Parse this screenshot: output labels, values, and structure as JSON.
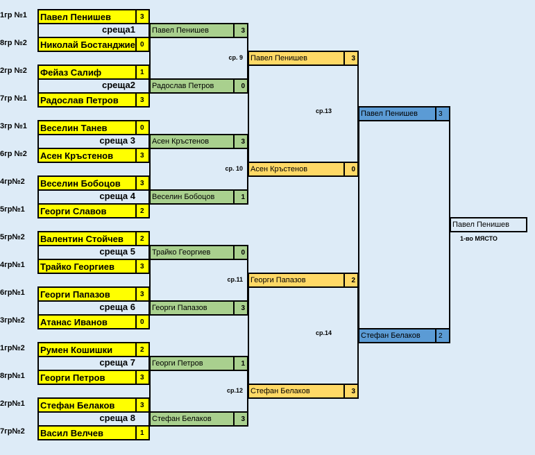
{
  "colors": {
    "background": "#ddebf7",
    "round1": "#ffff00",
    "round2": "#a9d08e",
    "quarterfinal": "#ffd966",
    "semifinal": "#5b9bd5"
  },
  "round1": [
    {
      "label": "среща1",
      "players": [
        {
          "seed": "1гр №1",
          "name": "Павел Пенишев",
          "score": "3"
        },
        {
          "seed": "8гр №2",
          "name": "Николай Бостанджие",
          "score": "0"
        }
      ]
    },
    {
      "label": "среща2",
      "players": [
        {
          "seed": "2гр №2",
          "name": "Фейаз Салиф",
          "score": "1"
        },
        {
          "seed": "7гр №1",
          "name": "Радослав Петров",
          "score": "3"
        }
      ]
    },
    {
      "label": "среща 3",
      "players": [
        {
          "seed": "3гр №1",
          "name": "Веселин Танев",
          "score": "0"
        },
        {
          "seed": "6гр №2",
          "name": "Асен Кръстенов",
          "score": "3"
        }
      ]
    },
    {
      "label": "среща 4",
      "players": [
        {
          "seed": "4гр№2",
          "name": "Веселин Бобоцов",
          "score": "3"
        },
        {
          "seed": "5гр№1",
          "name": "Георги Славов",
          "score": "2"
        }
      ]
    },
    {
      "label": "среща 5",
      "players": [
        {
          "seed": "5гр№2",
          "name": "Валентин Стойчев",
          "score": "2"
        },
        {
          "seed": "4гр№1",
          "name": "Трайко Георгиев",
          "score": "3"
        }
      ]
    },
    {
      "label": "среща 6",
      "players": [
        {
          "seed": "6гр№1",
          "name": "Георги Папазов",
          "score": "3"
        },
        {
          "seed": "3гр№2",
          "name": "Атанас Иванов",
          "score": "0"
        }
      ]
    },
    {
      "label": "среща 7",
      "players": [
        {
          "seed": "1гр№2",
          "name": "Румен Кошишки",
          "score": "2"
        },
        {
          "seed": "8гр№1",
          "name": "Георги Петров",
          "score": "3"
        }
      ]
    },
    {
      "label": "среща 8",
      "players": [
        {
          "seed": "2гр№1",
          "name": "Стефан Белаков",
          "score": "3"
        },
        {
          "seed": "7гр№2",
          "name": "Васил Велчев",
          "score": "1"
        }
      ]
    }
  ],
  "round2": [
    {
      "name": "Павел Пенишев",
      "score": "3"
    },
    {
      "name": "Радослав Петров",
      "score": "0"
    },
    {
      "name": "Асен Кръстенов",
      "score": "3"
    },
    {
      "name": "Веселин Бобоцов",
      "score": "1"
    },
    {
      "name": "Трайко Георгиев",
      "score": "0"
    },
    {
      "name": "Георги Папазов",
      "score": "3"
    },
    {
      "name": "Георги Петров",
      "score": "1"
    },
    {
      "name": "Стефан Белаков",
      "score": "3"
    }
  ],
  "quarterfinal_labels": [
    "ср. 9",
    "ср. 10",
    "ср.11",
    "ср.12"
  ],
  "quarterfinal": [
    {
      "name": "Павел Пенишев",
      "score": "3"
    },
    {
      "name": "Асен Кръстенов",
      "score": "0"
    },
    {
      "name": "Георги Папазов",
      "score": "2"
    },
    {
      "name": "Стефан Белаков",
      "score": "3"
    }
  ],
  "semifinal_labels": [
    "ср.13",
    "ср.14"
  ],
  "semifinal": [
    {
      "name": "Павел Пенишев",
      "score": "3"
    },
    {
      "name": "Стефан Белаков",
      "score": "2"
    }
  ],
  "final": {
    "name": "Павел Пенишев",
    "place": "1-во МЯСТО"
  }
}
